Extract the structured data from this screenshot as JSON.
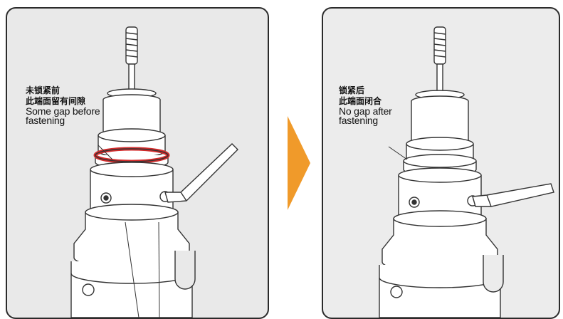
{
  "colors": {
    "panel_before_bg": "#e9e9e9",
    "panel_after_bg": "#ececec",
    "gap_highlight": "#d42b2b",
    "arrow": "#f09a2a",
    "outline": "#333333"
  },
  "before": {
    "cn_line1": "未锁紧前",
    "cn_line2": "此端面留有间隙",
    "en_line1": "Some gap before",
    "en_line2": "fastening"
  },
  "after": {
    "cn_line1": "锁紧后",
    "cn_line2": "此端面闭合",
    "en_line1": "No gap after",
    "en_line2": "fastening"
  },
  "arrow_icon": "arrow-right-icon"
}
